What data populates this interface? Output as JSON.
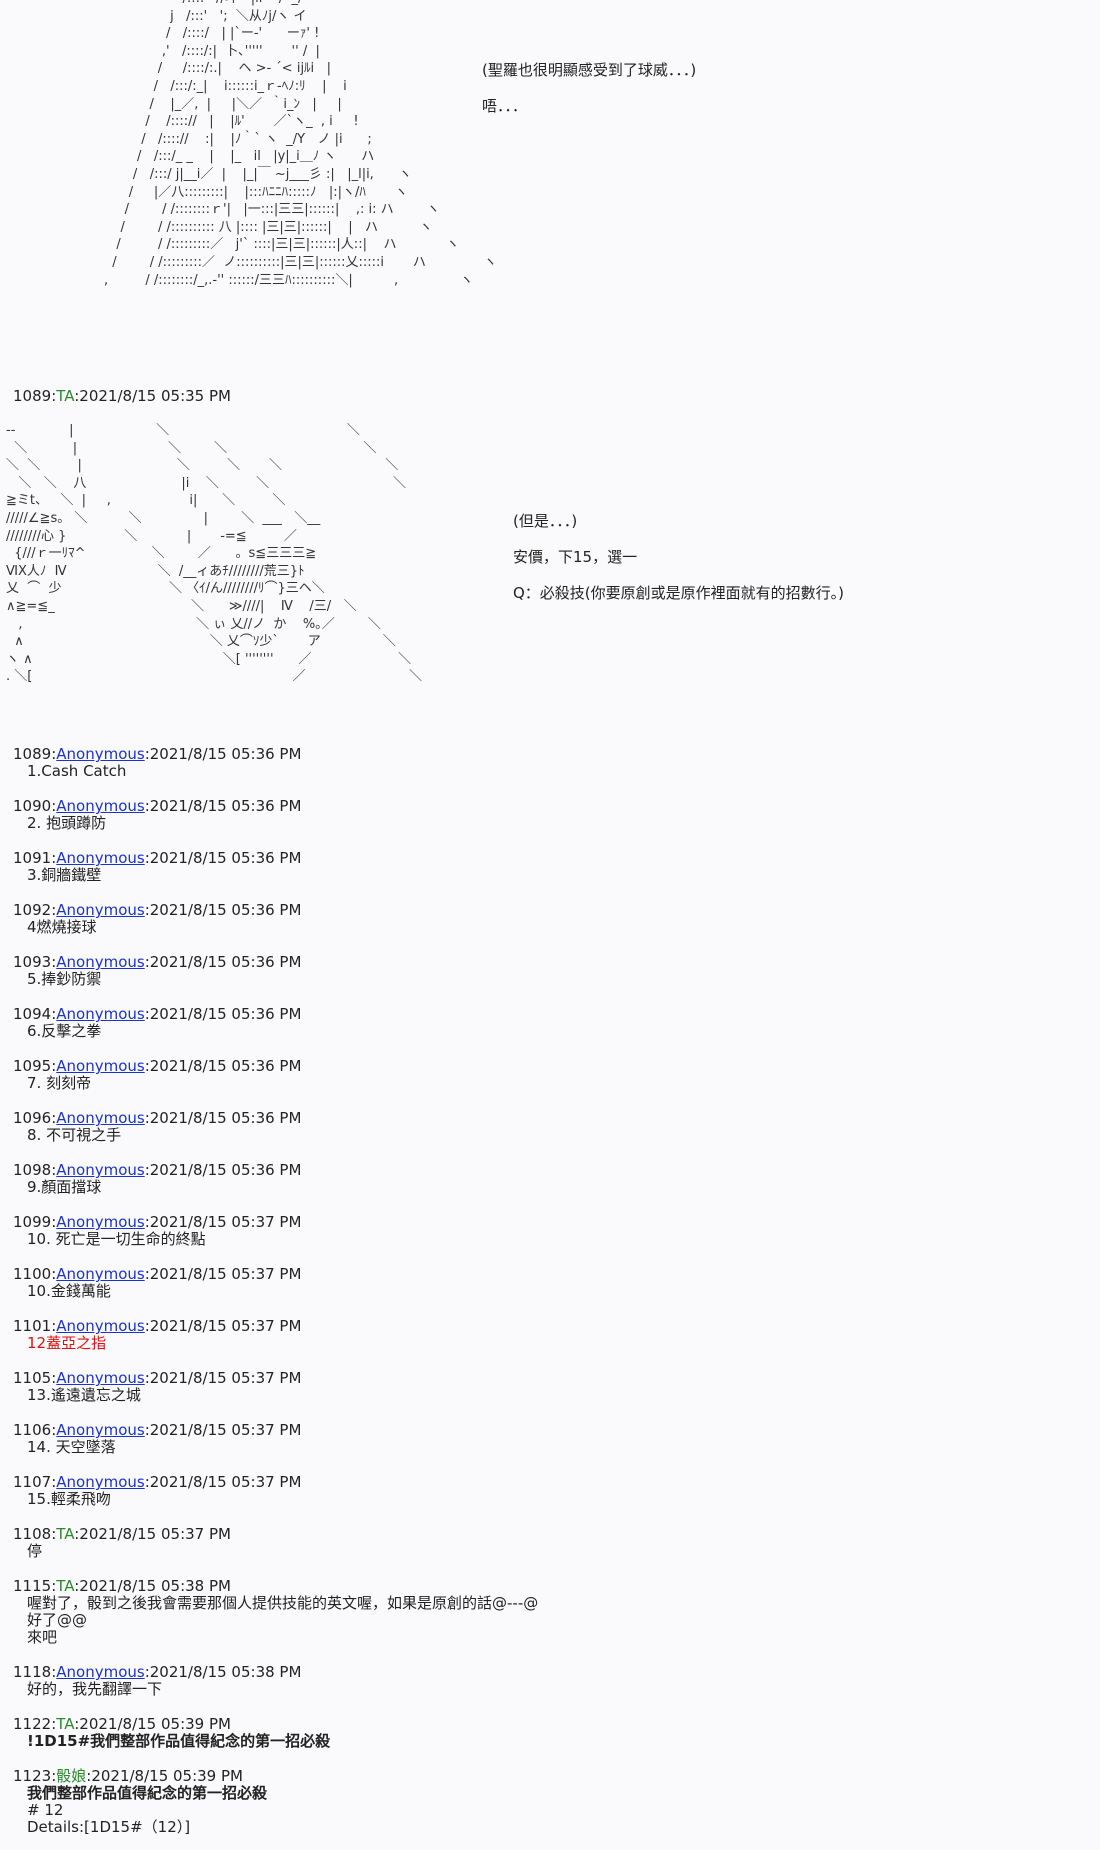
{
  "art_top": [
    "                   /:::.'  //斗一|ii    /  _/      '",
    "                j   /:::'   ';  ＼从ﾉj/ヽ イ",
    "               /   /::::/   | |`ー‐'      ーｧ' !",
    "              ,'   /::::/:|  卜､'''''       '' /  |",
    "             /     /::::/:.|    ヘ >- ´< ijﾙi   |",
    "            /   /:::/:_|    i::::::i_ｒ-ﾍﾉ:ﾘ    |    i",
    "           /    |_／,  |     |＼／  ｀i_ﾝ   |     |",
    "          /    /:::://   |    |ﾙ'       ／`ヽ_  , i     !",
    "         /   /:::://    :|    |ﾉ｀` ヽ  _/Y   ノ |i      ;",
    "        /   /:::/_ _    |    |_   il   |y|_i＿ﾉ ヽ      ハ",
    "       /   /:::/ j|__i／  |    |_|￣ ~j___彡 :|   |_l|i,      ヽ",
    "      /     |／八:::::::::|    |:::ﾊﾆﾆﾊ:::::ﾉ   |:|ヽ/ﾊ       ヽ",
    "     /        / /::::::::ｒ'|   |一:::|三三|::::::|    ,: i: ハ        ヽ",
    "    /        / /:::::::::: 八 |:::: |三|三|::::::|    |   ハ          ヽ",
    "   /         / /:::::::::／   j'` ::::|三|三|::::::|人::|    ハ            ヽ",
    "  /        / /:::::::::／  ノ::::::::::|三|三|::::::乂:::::i       ハ              ヽ",
    ",         / /::::::::/_,.-'' ::::::/三三ﾊ::::::::::＼|          ,               ヽ"
  ],
  "narration_top": [
    "(聖羅也很明顯感受到了球威．．．)",
    "唔．．．"
  ],
  "post_ta_1089": {
    "id": "1089",
    "name": "TA",
    "time": ":2021/8/15 05:35 PM"
  },
  "art_mid": [
    "--             |                    ＼                                           ＼",
    "  ＼           |                      ＼        ＼                                 ＼",
    "＼  ＼         |                       ＼         ＼       ＼                         ＼",
    "   ＼   ＼    八                       |i    ＼         ＼                              ＼",
    "≧ミt、   ＼  |     ,                   i|      ＼         ＼",
    "/////∠≧s。 ＼          ＼               |        ＼  ___   ＼__",
    "////////心 }              ＼            |       -=≦         ／",
    "  {///ｒ一ﾘﾏ^                ＼        ／      。s≦三三三≧",
    "ⅥⅩ人ﾉ  Ⅳ                      ＼  /__ィあﾁ////////荒三}ﾄ",
    "乂  ⌒  少                          ＼ 〈ｲ/ん////////ﾘ⌒}三ヘ＼",
    "∧≧=≦_                                 ＼      ≫////|    Ⅳ    /三/   ＼",
    "   ,                                          ＼ ぃ 乂//ノ  か    %｡／        ＼",
    "  ∧                                             ＼ 乂⌒ｿ少`       ア               ＼",
    "ヽ ∧                                              ＼[ ''''''''      ／                     ＼",
    ". ＼[                                                               ／                         ＼"
  ],
  "narration_mid": [
    "(但是．．．)",
    "安價，下15，選一",
    "Q：必殺技(你要原創或是原作裡面就有的招數行。)"
  ],
  "replies": [
    {
      "id": "1089",
      "name": "Anonymous",
      "time": ":2021/8/15 05:36 PM",
      "text": "1.Cash Catch"
    },
    {
      "id": "1090",
      "name": "Anonymous",
      "time": ":2021/8/15 05:36 PM",
      "text": "2. 抱頭蹲防"
    },
    {
      "id": "1091",
      "name": "Anonymous",
      "time": ":2021/8/15 05:36 PM",
      "text": "3.銅牆鐵壁"
    },
    {
      "id": "1092",
      "name": "Anonymous",
      "time": ":2021/8/15 05:36 PM",
      "text": "4燃燒接球"
    },
    {
      "id": "1093",
      "name": "Anonymous",
      "time": ":2021/8/15 05:36 PM",
      "text": "5.捧鈔防禦"
    },
    {
      "id": "1094",
      "name": "Anonymous",
      "time": ":2021/8/15 05:36 PM",
      "text": "6.反擊之拳"
    },
    {
      "id": "1095",
      "name": "Anonymous",
      "time": ":2021/8/15 05:36 PM",
      "text": "7. 刻刻帝"
    },
    {
      "id": "1096",
      "name": "Anonymous",
      "time": ":2021/8/15 05:36 PM",
      "text": "8. 不可視之手"
    },
    {
      "id": "1098",
      "name": "Anonymous",
      "time": ":2021/8/15 05:36 PM",
      "text": "9.顏面擋球"
    },
    {
      "id": "1099",
      "name": "Anonymous",
      "time": ":2021/8/15 05:37 PM",
      "text": "10. 死亡是一切生命的終點"
    },
    {
      "id": "1100",
      "name": "Anonymous",
      "time": ":2021/8/15 05:37 PM",
      "text": "10.金錢萬能"
    },
    {
      "id": "1101",
      "name": "Anonymous",
      "time": ":2021/8/15 05:37 PM",
      "text": "12蓋亞之指"
    },
    {
      "id": "1105",
      "name": "Anonymous",
      "time": ":2021/8/15 05:37 PM",
      "text": "13.遙遠遺忘之城"
    },
    {
      "id": "1106",
      "name": "Anonymous",
      "time": ":2021/8/15 05:37 PM",
      "text": "14. 天空墜落"
    },
    {
      "id": "1107",
      "name": "Anonymous",
      "time": ":2021/8/15 05:37 PM",
      "text": "15.輕柔飛吻"
    }
  ],
  "post_1108": {
    "id": "1108",
    "name": "TA",
    "time": ":2021/8/15 05:37 PM",
    "text": "停"
  },
  "post_1115": {
    "id": "1115",
    "name": "TA",
    "time": ":2021/8/15 05:38 PM",
    "lines": [
      "喔對了，骰到之後我會需要那個人提供技能的英文喔，如果是原創的話@---@",
      "好了@@",
      "來吧"
    ]
  },
  "post_1118": {
    "id": "1118",
    "name": "Anonymous",
    "time": ":2021/8/15 05:38 PM",
    "text": "好的，我先翻譯一下"
  },
  "post_1122": {
    "id": "1122",
    "name": "TA",
    "time": ":2021/8/15 05:39 PM",
    "text": "!1D15#我們整部作品值得紀念的第一招必殺"
  },
  "post_1123": {
    "id": "1123",
    "name": "骰娘",
    "time": ":2021/8/15 05:39 PM",
    "lines": [
      "我們整部作品值得紀念的第一招必殺",
      "# 12",
      "Details:[1D15#（12）]"
    ]
  }
}
